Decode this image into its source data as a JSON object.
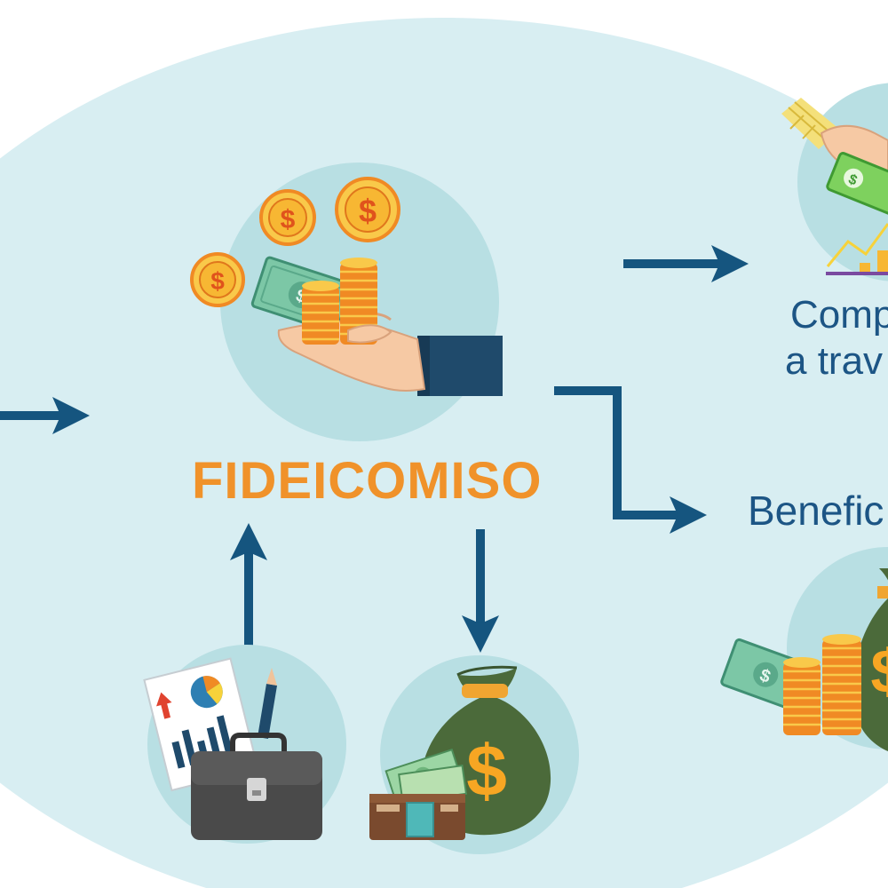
{
  "diagram": {
    "center_label": "FIDEICOMISO",
    "right_top_label_line1": "Comp",
    "right_top_label_line2": "a trav",
    "right_mid_label": "Benefic"
  },
  "colors": {
    "background_oval": "#d8eef2",
    "icon_circle": "#b8dfe3",
    "arrow": "#15557f",
    "title_orange": "#f0922a",
    "label_blue": "#1c5585",
    "coin": "#f7b733",
    "coin_stack": "#f08a24",
    "banknote": "#7cc7a6",
    "money_bag": "#4b6a3a",
    "sleeve": "#1f4a6b",
    "skin": "#f6c9a4",
    "briefcase": "#4a4a4a",
    "wallet": "#7a4a2e"
  },
  "icons": [
    "coins-hand-icon",
    "investment-briefcase-icon",
    "money-bag-wallet-icon",
    "payment-hand-icon",
    "money-bag-coins-icon"
  ]
}
